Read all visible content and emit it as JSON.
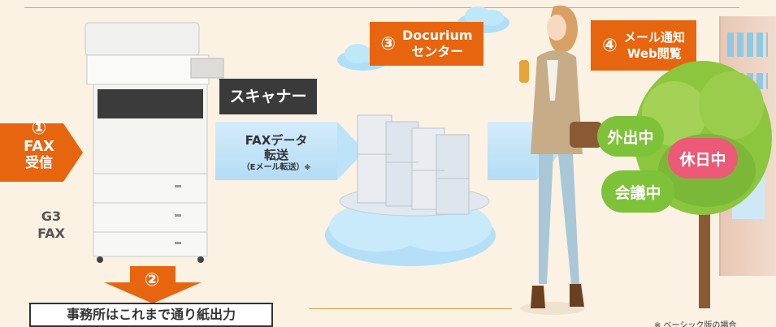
{
  "steps": {
    "step1": {
      "num": "①",
      "line1": "FAX",
      "line2": "受信"
    },
    "step2": {
      "num": "②"
    },
    "step3": {
      "num": "③",
      "line1": "Docurium",
      "line2": "センター"
    },
    "step4": {
      "num": "④",
      "line1": "メール通知",
      "line2": "Web閲覧"
    }
  },
  "fax_type": {
    "line1": "G3",
    "line2": "FAX"
  },
  "scanner_label": "スキャナー",
  "transfer": {
    "line1": "FAXデータ",
    "line2": "転送",
    "line3": "（Eメール転送）",
    "mark": "※"
  },
  "office_label": "事務所はこれまで通り紙出力",
  "status_bubbles": {
    "out": "外出中",
    "holiday": "休日中",
    "meeting": "会議中"
  },
  "footnote": "※ ベーシック版の場合",
  "colors": {
    "orange": "#e8650f",
    "dark_label": "#3a3a3a",
    "arrow_blue": "#bde3f8",
    "green": "#7ec23a",
    "pink": "#ec5a78"
  }
}
